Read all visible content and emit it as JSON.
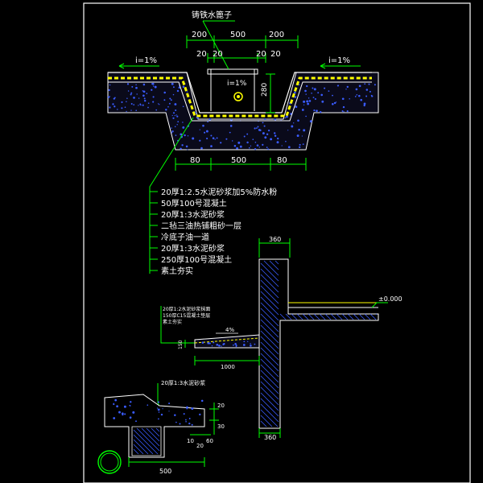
{
  "drawing": {
    "title_grate": "铸铁水篦子",
    "top_dims": [
      "200",
      "500",
      "200"
    ],
    "sub_dims": [
      "20",
      "20",
      "20",
      "20"
    ],
    "slope_left": "i=1%",
    "slope_right": "i=1%",
    "slope_center": "i=1%",
    "depth_dim": "280",
    "bottom_dims": [
      "80",
      "500",
      "80"
    ],
    "layers": [
      "20厚1:2.5水泥砂浆加5%防水粉",
      "50厚100号混凝土",
      "20厚1:3水泥砂浆",
      "二毡三油热铺粗砂一层",
      "冷底子油一道",
      "20厚1:3水泥砂浆",
      "250厚100号混凝土",
      "素土夯实"
    ],
    "wall_dim_top": "360",
    "level_mark": "±0.000",
    "apron_notes": [
      "20厚1:2水泥砂浆抹面",
      "150厚C15混凝土垫层",
      "素土夯实"
    ],
    "apron_slope": "4%",
    "apron_width": "1000",
    "apron_thk": "150",
    "wall_dim_bottom": "360",
    "coping_note": "20厚1:3水泥砂浆",
    "coping_dims": [
      "20",
      "30",
      "10",
      "60",
      "20"
    ],
    "coping_width": "500",
    "colors": {
      "background": "#000000",
      "frame": "#ffffff",
      "line_green": "#00ff00",
      "line_white": "#ffffff",
      "layer_yellow": "#ffff00",
      "hatch_blue": "#3a5cff",
      "text": "#ffffff"
    }
  }
}
